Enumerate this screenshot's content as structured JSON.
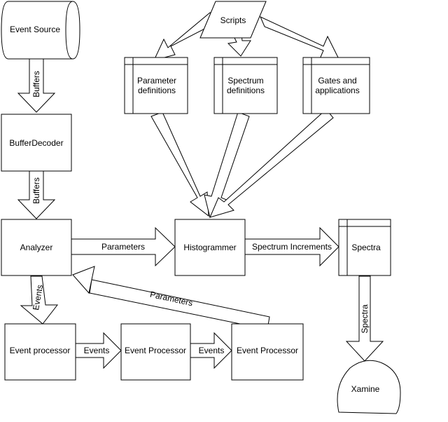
{
  "nodes": {
    "event_source": "Event Source",
    "buffer_decoder": "BufferDecoder",
    "analyzer": "Analyzer",
    "histogrammer": "Histogrammer",
    "spectra": "Spectra",
    "xamine": "Xamine",
    "scripts": "Scripts",
    "parameter_definitions": [
      "Parameter",
      "definitions"
    ],
    "spectrum_definitions": [
      "Spectrum",
      "definitions"
    ],
    "gates_and_applications": [
      "Gates and",
      "applications"
    ],
    "event_processor_1": "Event processor",
    "event_processor_2": "Event Processor",
    "event_processor_3": "Event Processor"
  },
  "edges": {
    "buffers_1": "Buffers",
    "buffers_2": "Buffers",
    "parameters_forward": "Parameters",
    "spectrum_increments": "Spectrum Increments",
    "spectra_to_xamine": "Spectra",
    "events_down": "Events",
    "events_1": "Events",
    "events_2": "Events",
    "parameters_back": "Parameters"
  }
}
